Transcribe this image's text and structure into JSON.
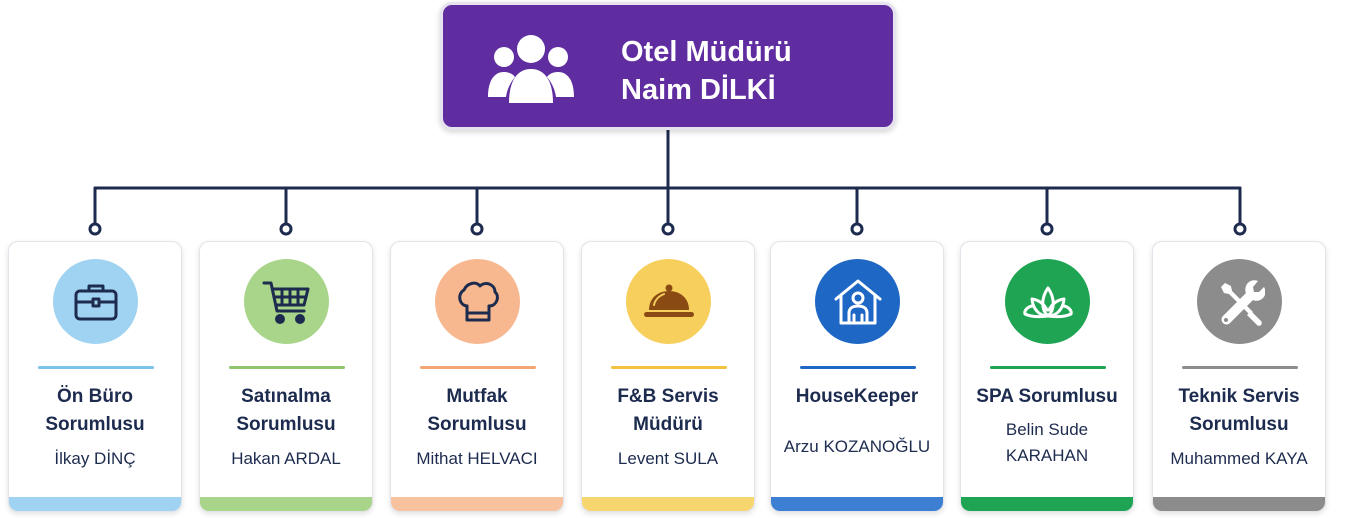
{
  "root": {
    "line1": "Otel Müdürü",
    "line2": "Naim DİLKİ",
    "icon": "users-icon"
  },
  "departments": [
    {
      "title1": "Ön Büro",
      "title2": "Sorumlusu",
      "name": "İlkay DİNÇ",
      "icon": "briefcase-icon",
      "color": "#9fd3f1",
      "icon_color": "#1d2b4f",
      "sep_color": "#7cc3ea",
      "bar_color": "#9fd3f1"
    },
    {
      "title1": "Satınalma",
      "title2": "Sorumlusu",
      "name": "Hakan ARDAL",
      "icon": "shopping-cart-icon",
      "color": "#a8d58a",
      "icon_color": "#1d2b4f",
      "sep_color": "#8fc56d",
      "bar_color": "#a8d58a"
    },
    {
      "title1": "Mutfak",
      "title2": "Sorumlusu",
      "name": "Mithat HELVACI",
      "icon": "chef-hat-icon",
      "color": "#f7b88f",
      "icon_color": "#1d2b4f",
      "sep_color": "#f4a574",
      "bar_color": "#f7c29d"
    },
    {
      "title1": "F&B Servis",
      "title2": "Müdürü",
      "name": "Levent SULA",
      "icon": "serving-dish-icon",
      "color": "#f7cf5d",
      "icon_color": "#8a4a14",
      "sep_color": "#f2c140",
      "bar_color": "#f7d66f"
    },
    {
      "title1": "HouseKeeper",
      "title2": "",
      "name": "Arzu KOZANOĞLU",
      "icon": "house-person-icon",
      "color": "#1f67c4",
      "icon_color": "#ffffff",
      "sep_color": "#1f67c4",
      "bar_color": "#3c7fd3"
    },
    {
      "title1": "SPA Sorumlusu",
      "title2": "",
      "name1": "Belin Sude",
      "name2": "KARAHAN",
      "icon": "lotus-icon",
      "color": "#1ea453",
      "icon_color": "#ffffff",
      "sep_color": "#1ea453",
      "bar_color": "#1ea453"
    },
    {
      "title1": "Teknik Servis",
      "title2": "Sorumlusu",
      "name": "Muhammed KAYA",
      "icon": "tools-icon",
      "color": "#8c8c8c",
      "icon_color": "#ffffff",
      "sep_color": "#8c8c8c",
      "bar_color": "#8c8c8c"
    }
  ]
}
